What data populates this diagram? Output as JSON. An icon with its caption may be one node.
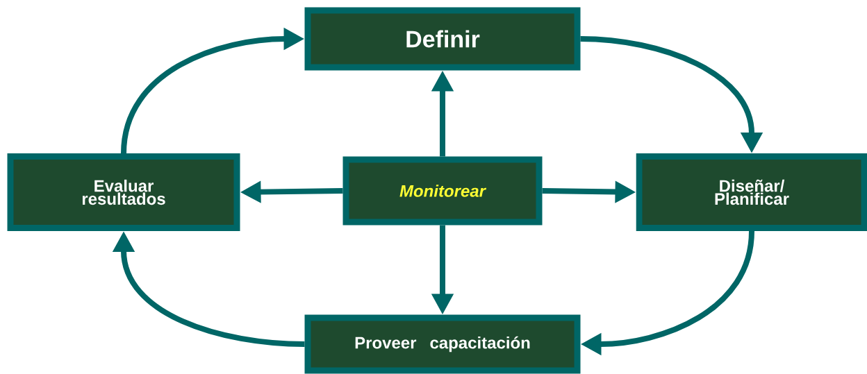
{
  "diagram": {
    "nodes": [
      {
        "text": [
          "Definir"
        ]
      },
      {
        "text": [
          "Evaluar resultados"
        ]
      },
      {
        "text": [
          "Monitorear"
        ]
      },
      {
        "text": [
          "Diseñar/ Planificar"
        ]
      },
      {
        "text": [
          "Proveer capacitación"
        ]
      }
    ],
    "edges": [
      {
        "from": 2,
        "to": 0,
        "arrow": "to"
      },
      {
        "from": 2,
        "to": 1,
        "arrow": "to"
      },
      {
        "from": 2,
        "to": 3,
        "arrow": "to"
      },
      {
        "from": 2,
        "to": 4,
        "arrow": "to"
      },
      {
        "from": 0,
        "to": 3,
        "arrow": "to"
      },
      {
        "from": 3,
        "to": 4,
        "arrow": "to"
      },
      {
        "from": 4,
        "to": 1,
        "arrow": "to"
      },
      {
        "from": 1,
        "to": 0,
        "arrow": "to"
      }
    ]
  }
}
